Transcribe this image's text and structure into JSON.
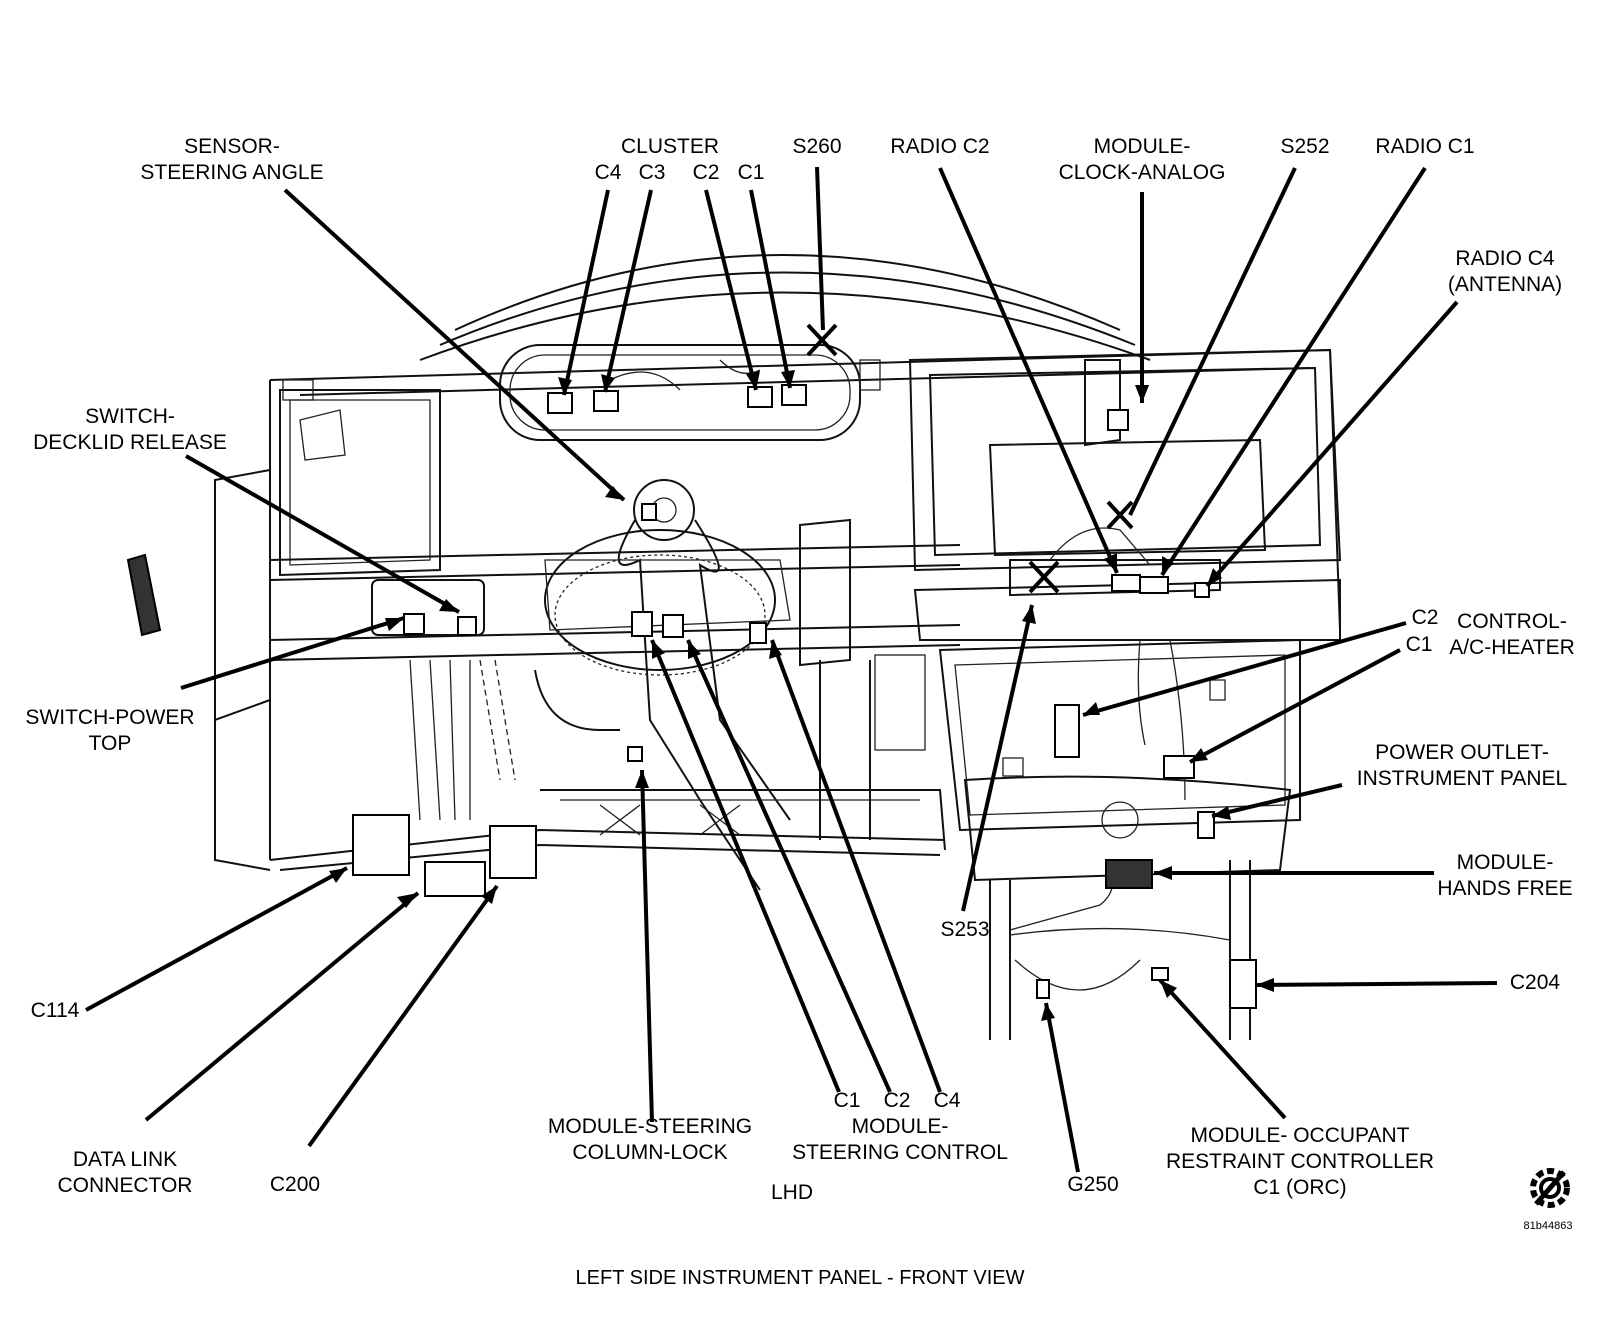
{
  "labels": {
    "sensor_steering_angle": [
      "SENSOR-",
      "STEERING ANGLE"
    ],
    "cluster": "CLUSTER",
    "cluster_c4": "C4",
    "cluster_c3": "C3",
    "cluster_c2": "C2",
    "cluster_c1": "C1",
    "s260": "S260",
    "radio_c2": "RADIO C2",
    "module_clock_analog": [
      "MODULE-",
      "CLOCK-ANALOG"
    ],
    "s252": "S252",
    "radio_c1": "RADIO C1",
    "radio_c4_antenna": [
      "RADIO C4",
      "(ANTENNA)"
    ],
    "switch_decklid_release": [
      "SWITCH-",
      "DECKLID RELEASE"
    ],
    "switch_power_top": [
      "SWITCH-POWER",
      "TOP"
    ],
    "control_c2": "C2",
    "control_c1": "C1",
    "control_ac_heater": [
      "CONTROL-",
      "A/C-HEATER"
    ],
    "power_outlet_instrument_panel": [
      "POWER OUTLET-",
      "INSTRUMENT PANEL"
    ],
    "module_hands_free": [
      "MODULE-",
      "HANDS FREE"
    ],
    "s253": "S253",
    "c204": "C204",
    "c114": "C114",
    "data_link_connector": [
      "DATA LINK",
      "CONNECTOR"
    ],
    "c200": "C200",
    "module_steering_column_lock": [
      "MODULE-STEERING",
      "COLUMN-LOCK"
    ],
    "msc_c1": "C1",
    "msc_c2": "C2",
    "msc_c4": "C4",
    "module_steering_control": [
      "MODULE-",
      "STEERING CONTROL"
    ],
    "g250": "G250",
    "module_occupant_restraint": [
      "MODULE- OCCUPANT",
      "RESTRAINT CONTROLLER",
      "C1 (ORC)"
    ],
    "lhd": "LHD",
    "figure_id": "81b44863",
    "title": "LEFT SIDE INSTRUMENT PANEL - FRONT VIEW"
  },
  "icons": {
    "corner_logo": "gear-slash-icon"
  }
}
